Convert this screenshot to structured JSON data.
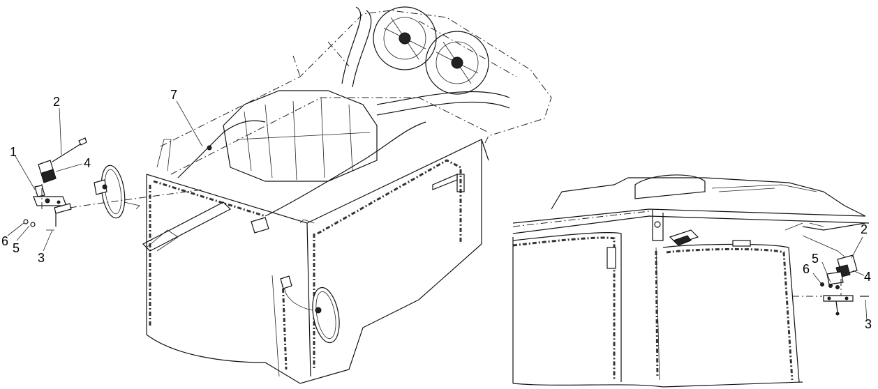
{
  "main_view": {
    "callouts": [
      "1",
      "2",
      "3",
      "4",
      "5",
      "6",
      "7"
    ]
  },
  "detail_view": {
    "callouts": [
      "2",
      "3",
      "4",
      "5",
      "6"
    ]
  }
}
